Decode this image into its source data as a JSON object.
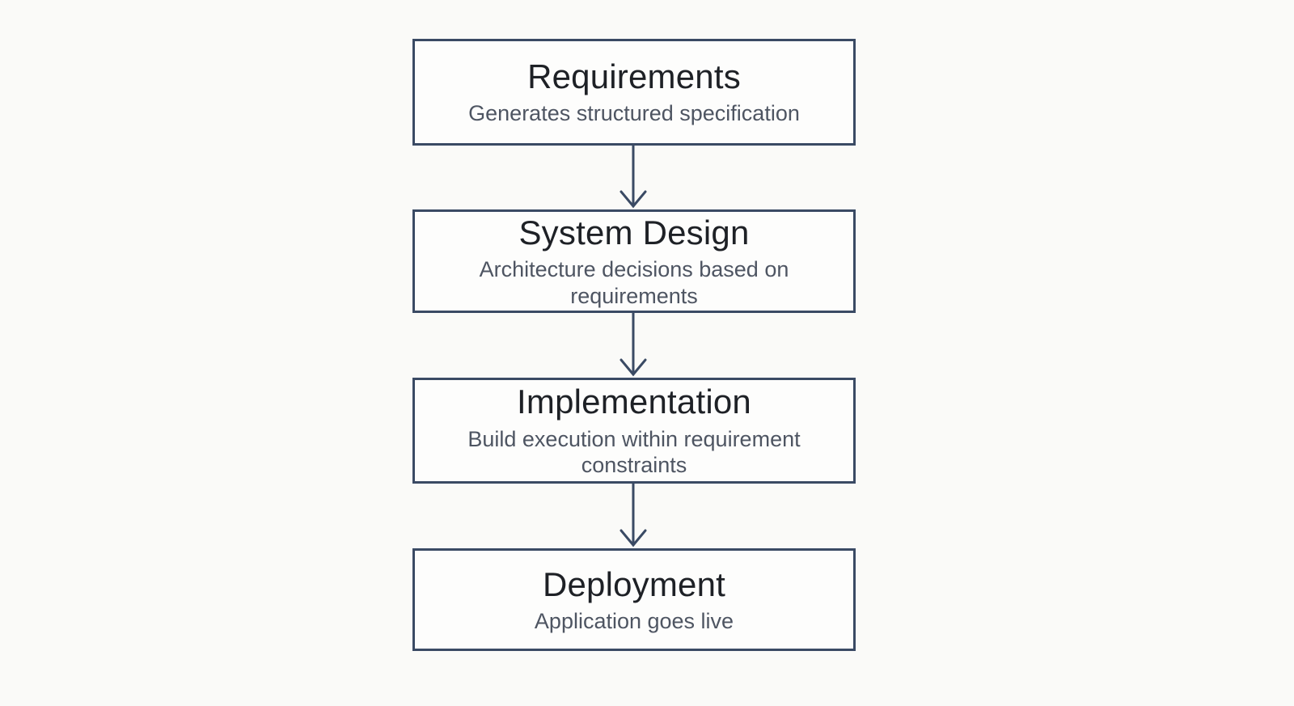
{
  "diagram": {
    "type": "flowchart",
    "direction": "top-down",
    "colors": {
      "page_background": "#fafaf8",
      "box_fill": "#fdfdfc",
      "box_border": "#3a4a64",
      "arrow": "#3a4a64",
      "title_text": "#1e2126",
      "subtitle_text": "#4e5562"
    },
    "steps": [
      {
        "title": "Requirements",
        "subtitle": "Generates structured specification"
      },
      {
        "title": "System Design",
        "subtitle": "Architecture decisions based on requirements"
      },
      {
        "title": "Implementation",
        "subtitle": "Build execution within requirement constraints"
      },
      {
        "title": "Deployment",
        "subtitle": "Application goes live"
      }
    ],
    "connections": [
      {
        "from": "Requirements",
        "to": "System Design"
      },
      {
        "from": "System Design",
        "to": "Implementation"
      },
      {
        "from": "Implementation",
        "to": "Deployment"
      }
    ]
  }
}
